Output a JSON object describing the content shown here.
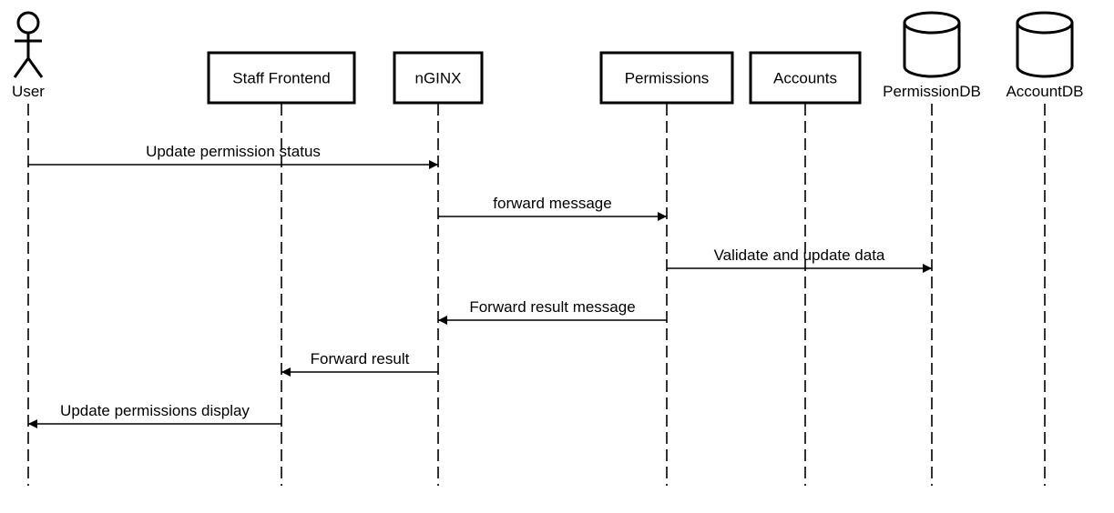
{
  "diagram_type": "sequence",
  "colors": {
    "line": "#000000",
    "background": "#ffffff"
  },
  "participants": [
    {
      "id": "user",
      "label": "User",
      "kind": "actor"
    },
    {
      "id": "staff-frontend",
      "label": "Staff Frontend",
      "kind": "box"
    },
    {
      "id": "nginx",
      "label": "nGINX",
      "kind": "box"
    },
    {
      "id": "permissions",
      "label": "Permissions",
      "kind": "box"
    },
    {
      "id": "accounts",
      "label": "Accounts",
      "kind": "box"
    },
    {
      "id": "permissiondb",
      "label": "PermissionDB",
      "kind": "database"
    },
    {
      "id": "accountdb",
      "label": "AccountDB",
      "kind": "database"
    }
  ],
  "messages": [
    {
      "from": "user",
      "to": "nginx",
      "label": "Update permission status"
    },
    {
      "from": "nginx",
      "to": "permissions",
      "label": "forward message"
    },
    {
      "from": "permissions",
      "to": "permissiondb",
      "label": "Validate and update data"
    },
    {
      "from": "permissions",
      "to": "nginx",
      "label": "Forward result message"
    },
    {
      "from": "nginx",
      "to": "staff-frontend",
      "label": "Forward result"
    },
    {
      "from": "staff-frontend",
      "to": "user",
      "label": "Update permissions display"
    }
  ]
}
